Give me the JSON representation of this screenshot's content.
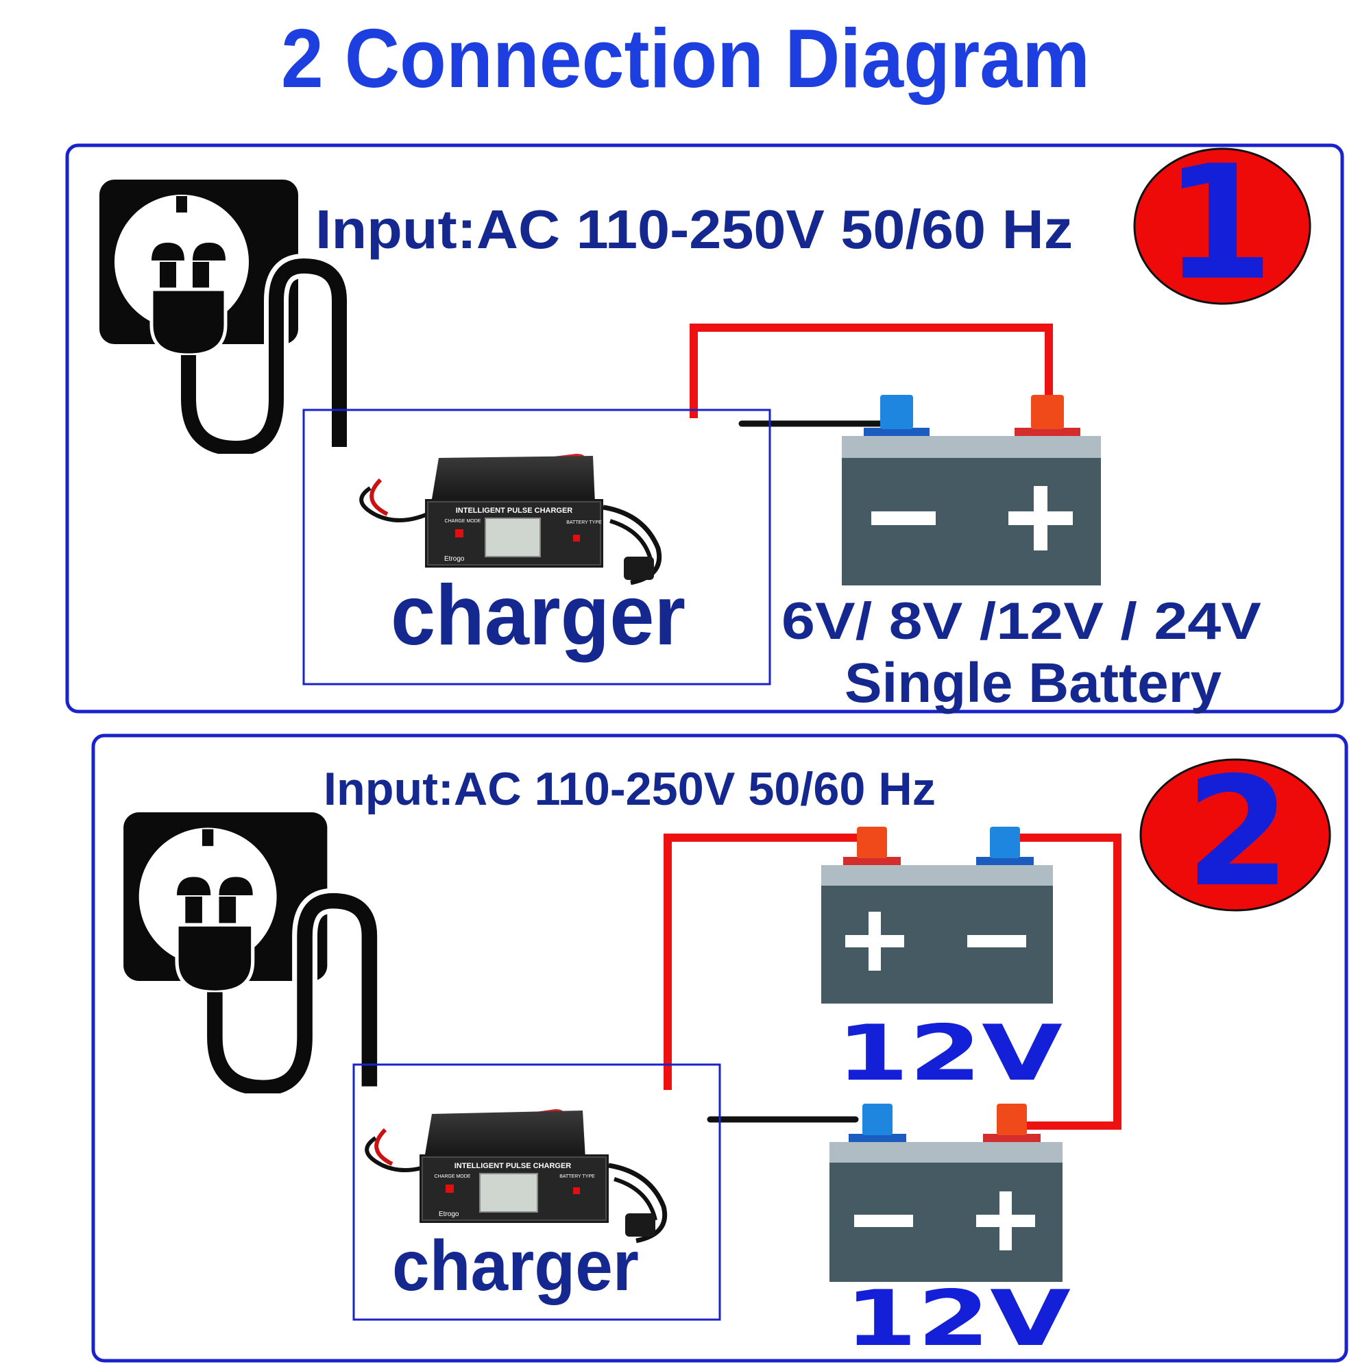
{
  "title": "2 Connection Diagram",
  "panel1": {
    "number": "1",
    "input_label": "Input:AC 110-250V 50/60 Hz",
    "charger": {
      "label": "charger",
      "brand_text": "INTELLIGENT PULSE CHARGER",
      "mode_text": "CHARGE MODE",
      "battery_type_text": "BATTERY TYPE",
      "logo_text": "Etrogo"
    },
    "battery": {
      "minus": "−",
      "plus": "+"
    },
    "voltage_label": "6V/ 8V /12V / 24V",
    "mode_label": "Single Battery"
  },
  "panel2": {
    "number": "2",
    "input_label": "Input:AC 110-250V  50/60 Hz",
    "charger": {
      "label": "charger",
      "brand_text": "INTELLIGENT PULSE CHARGER",
      "mode_text": "CHARGE MODE",
      "battery_type_text": "BATTERY TYPE",
      "logo_text": "Etrogo"
    },
    "battery_top": {
      "plus": "+",
      "minus": "−",
      "voltage": "12V"
    },
    "battery_bottom": {
      "minus": "−",
      "plus": "+",
      "voltage": "12V"
    }
  },
  "colors": {
    "title_blue": "#1e3fe0",
    "label_navy": "#14288f",
    "frame_blue": "#1a22cc",
    "badge_red": "#ef0a0a",
    "wire_red": "#ee1111",
    "wire_black": "#111111",
    "battery_body": "#455a63",
    "battery_top": "#b0bcc3",
    "terminal_blue": "#1f86e0",
    "terminal_red": "#f04a1a"
  }
}
